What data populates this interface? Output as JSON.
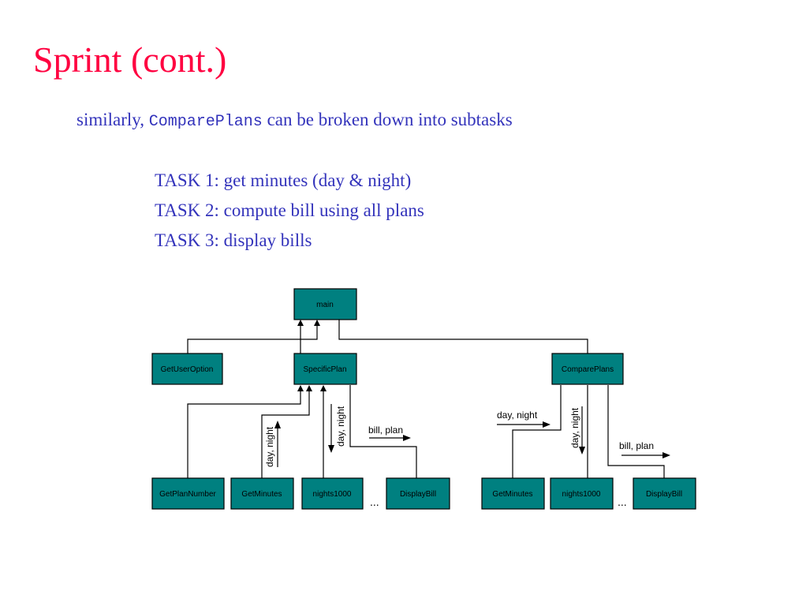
{
  "slide": {
    "title": "Sprint (cont.)",
    "intro": {
      "before": "similarly, ",
      "code": "ComparePlans",
      "after": " can be broken down into subtasks"
    },
    "tasks": [
      "TASK 1: get minutes (day & night)",
      "TASK 2: compute bill using all plans",
      "TASK 3: display bills"
    ]
  },
  "diagram": {
    "box_color": "#008080",
    "nodes": {
      "main": "main",
      "get_user_option": "GetUserOption",
      "specific_plan": "SpecificPlan",
      "compare_plans": "ComparePlans",
      "get_plan_number": "GetPlanNumber",
      "sp_get_minutes": "GetMinutes",
      "sp_nights1000": "nights1000",
      "sp_display_bill": "DisplayBill",
      "cp_get_minutes": "GetMinutes",
      "cp_nights1000": "nights1000",
      "cp_display_bill": "DisplayBill"
    },
    "flow_labels": {
      "sp_minutes_out": "day, night",
      "sp_nights_in": "day, night",
      "sp_bill_in": "bill, plan",
      "cp_minutes_out": "day, night",
      "cp_nights_in": "day, night",
      "cp_bill_in": "bill, plan"
    },
    "ellipsis": "..."
  }
}
